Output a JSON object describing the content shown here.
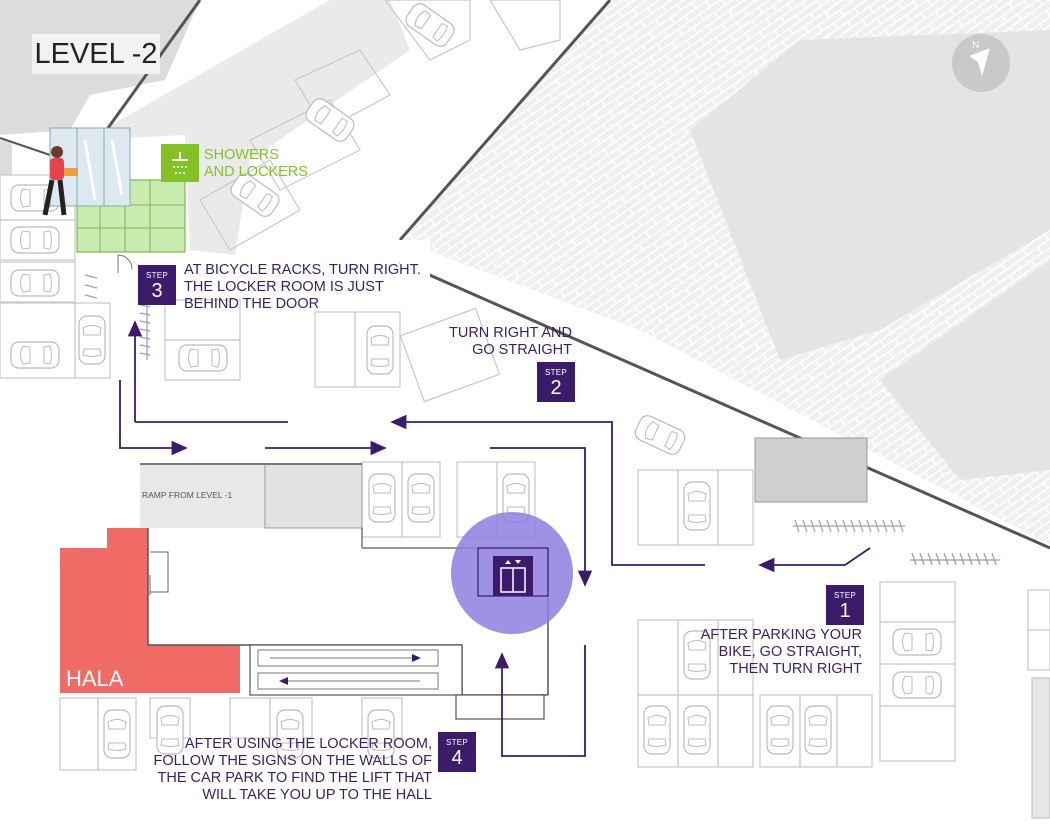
{
  "map": {
    "level": "LEVEL -2",
    "compass_label": "N",
    "zones": {
      "showers": [
        "SHOWERS",
        "AND LOCKERS"
      ],
      "ramp": "RAMP FROM LEVEL -1",
      "hall": "HALA"
    },
    "steps": [
      {
        "badge_word": "STEP",
        "number": "1",
        "lines": [
          "AFTER PARKING YOUR",
          "BIKE, GO STRAIGHT,",
          "THEN TURN RIGHT"
        ]
      },
      {
        "badge_word": "STEP",
        "number": "2",
        "lines": [
          "TURN RIGHT AND",
          "GO STRAIGHT"
        ]
      },
      {
        "badge_word": "STEP",
        "number": "3",
        "lines": [
          "AT BICYCLE RACKS, TURN RIGHT.",
          "THE LOCKER ROOM IS JUST",
          "BEHIND THE DOOR"
        ]
      },
      {
        "badge_word": "STEP",
        "number": "4",
        "lines": [
          "AFTER USING THE LOCKER ROOM,",
          "FOLLOW THE SIGNS ON THE WALLS OF",
          "THE CAR PARK TO FIND THE LIFT THAT",
          "WILL TAKE YOU UP TO THE HALL"
        ]
      }
    ],
    "icons": [
      "compass-icon",
      "shower-icon",
      "lift-icon",
      "person-icon",
      "bicycle-rack-icon",
      "car-icon"
    ],
    "colors": {
      "route": "#3d1b6b",
      "step_badge": "#3d1b6b",
      "showers_zone": "#c8ecb0",
      "showers_label": "#84c127",
      "hall": "#f06b66",
      "lift_highlight": "#8e7fe0",
      "building": "#e6e6e6"
    }
  }
}
